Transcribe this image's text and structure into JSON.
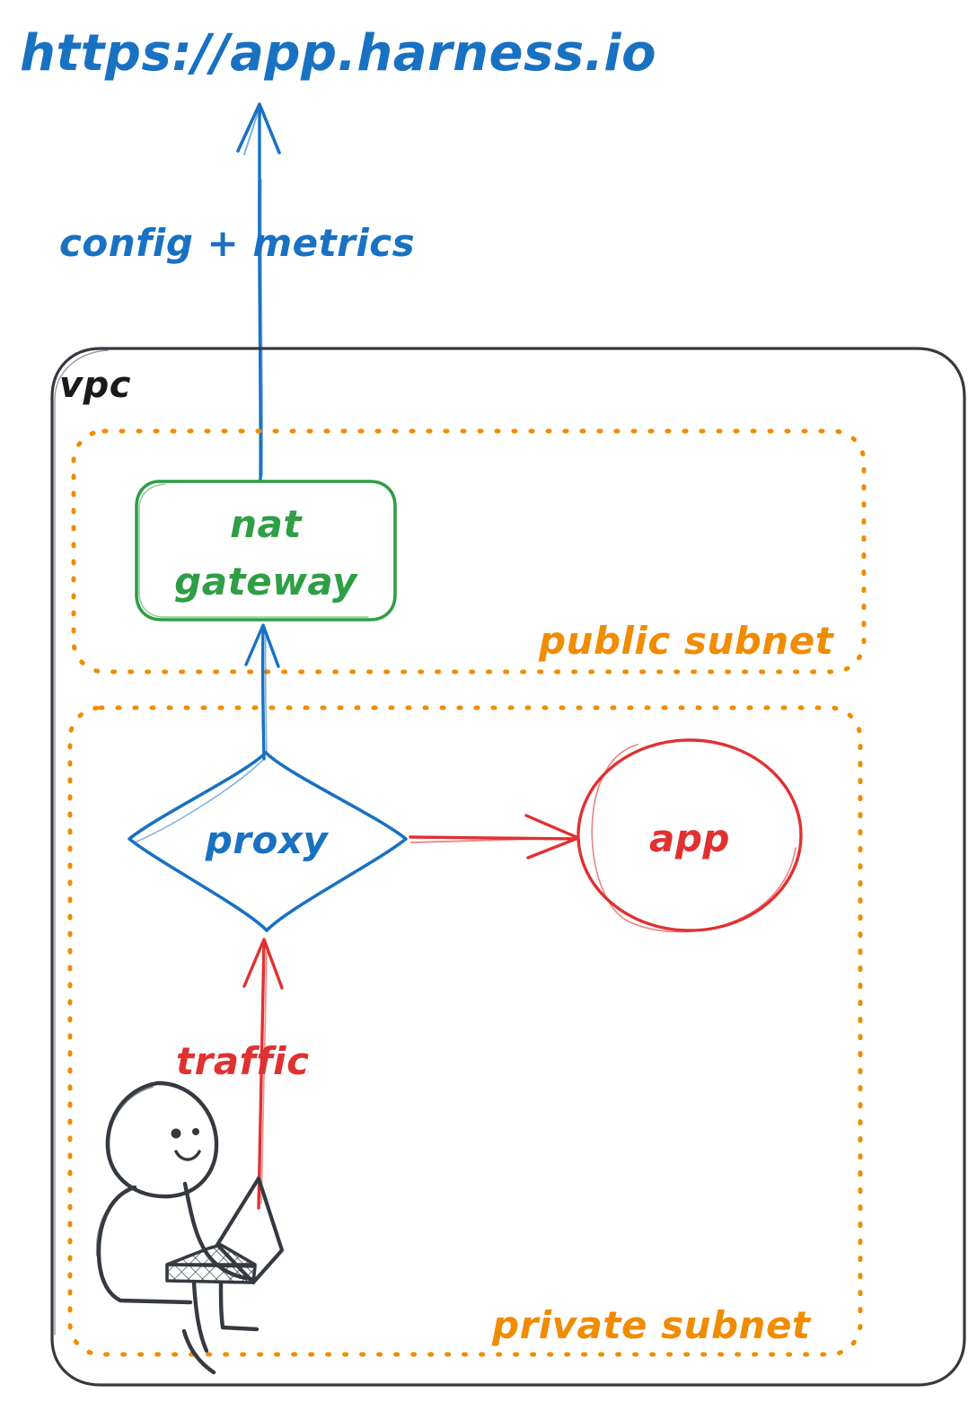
{
  "diagram": {
    "title": "Harness delegate network topology (hand-drawn)",
    "style": "hand-drawn-sketch",
    "background_color": "#ffffff"
  },
  "colors": {
    "blue": "#1971c2",
    "green": "#2f9e44",
    "orange": "#f08c00",
    "red": "#e03131",
    "charcoal": "#343a40"
  },
  "external": {
    "url_label": "https://app.harness.io",
    "url_color": "#1971c2"
  },
  "edges": [
    {
      "id": "edge-config-metrics",
      "label": "config + metrics",
      "color": "#1971c2",
      "from": "nat-gateway",
      "to": "https://app.harness.io",
      "direction": "up"
    },
    {
      "id": "edge-proxy-to-nat",
      "label": "",
      "color": "#1971c2",
      "from": "proxy",
      "to": "nat-gateway",
      "direction": "up"
    },
    {
      "id": "edge-proxy-to-app",
      "label": "",
      "color": "#e03131",
      "from": "proxy",
      "to": "app",
      "direction": "right"
    },
    {
      "id": "edge-traffic",
      "label": "traffic",
      "color": "#e03131",
      "from": "user",
      "to": "proxy",
      "direction": "up"
    }
  ],
  "vpc": {
    "label": "vpc",
    "border_color": "#343a40",
    "border_style": "solid"
  },
  "public_subnet": {
    "label": "public subnet",
    "border_color": "#f08c00",
    "border_style": "dotted",
    "nodes": [
      {
        "id": "nat-gateway",
        "shape": "rounded-rect",
        "label_line1": "nat",
        "label_line2": "gateway",
        "color": "#2f9e44"
      }
    ]
  },
  "private_subnet": {
    "label": "private subnet",
    "border_color": "#f08c00",
    "border_style": "dotted",
    "nodes": [
      {
        "id": "proxy",
        "shape": "diamond",
        "label": "proxy",
        "color": "#1971c2"
      },
      {
        "id": "app",
        "shape": "ellipse",
        "label": "app",
        "color": "#e03131"
      },
      {
        "id": "user",
        "shape": "stick-figure-with-laptop",
        "label": "",
        "color": "#343a40"
      }
    ]
  }
}
